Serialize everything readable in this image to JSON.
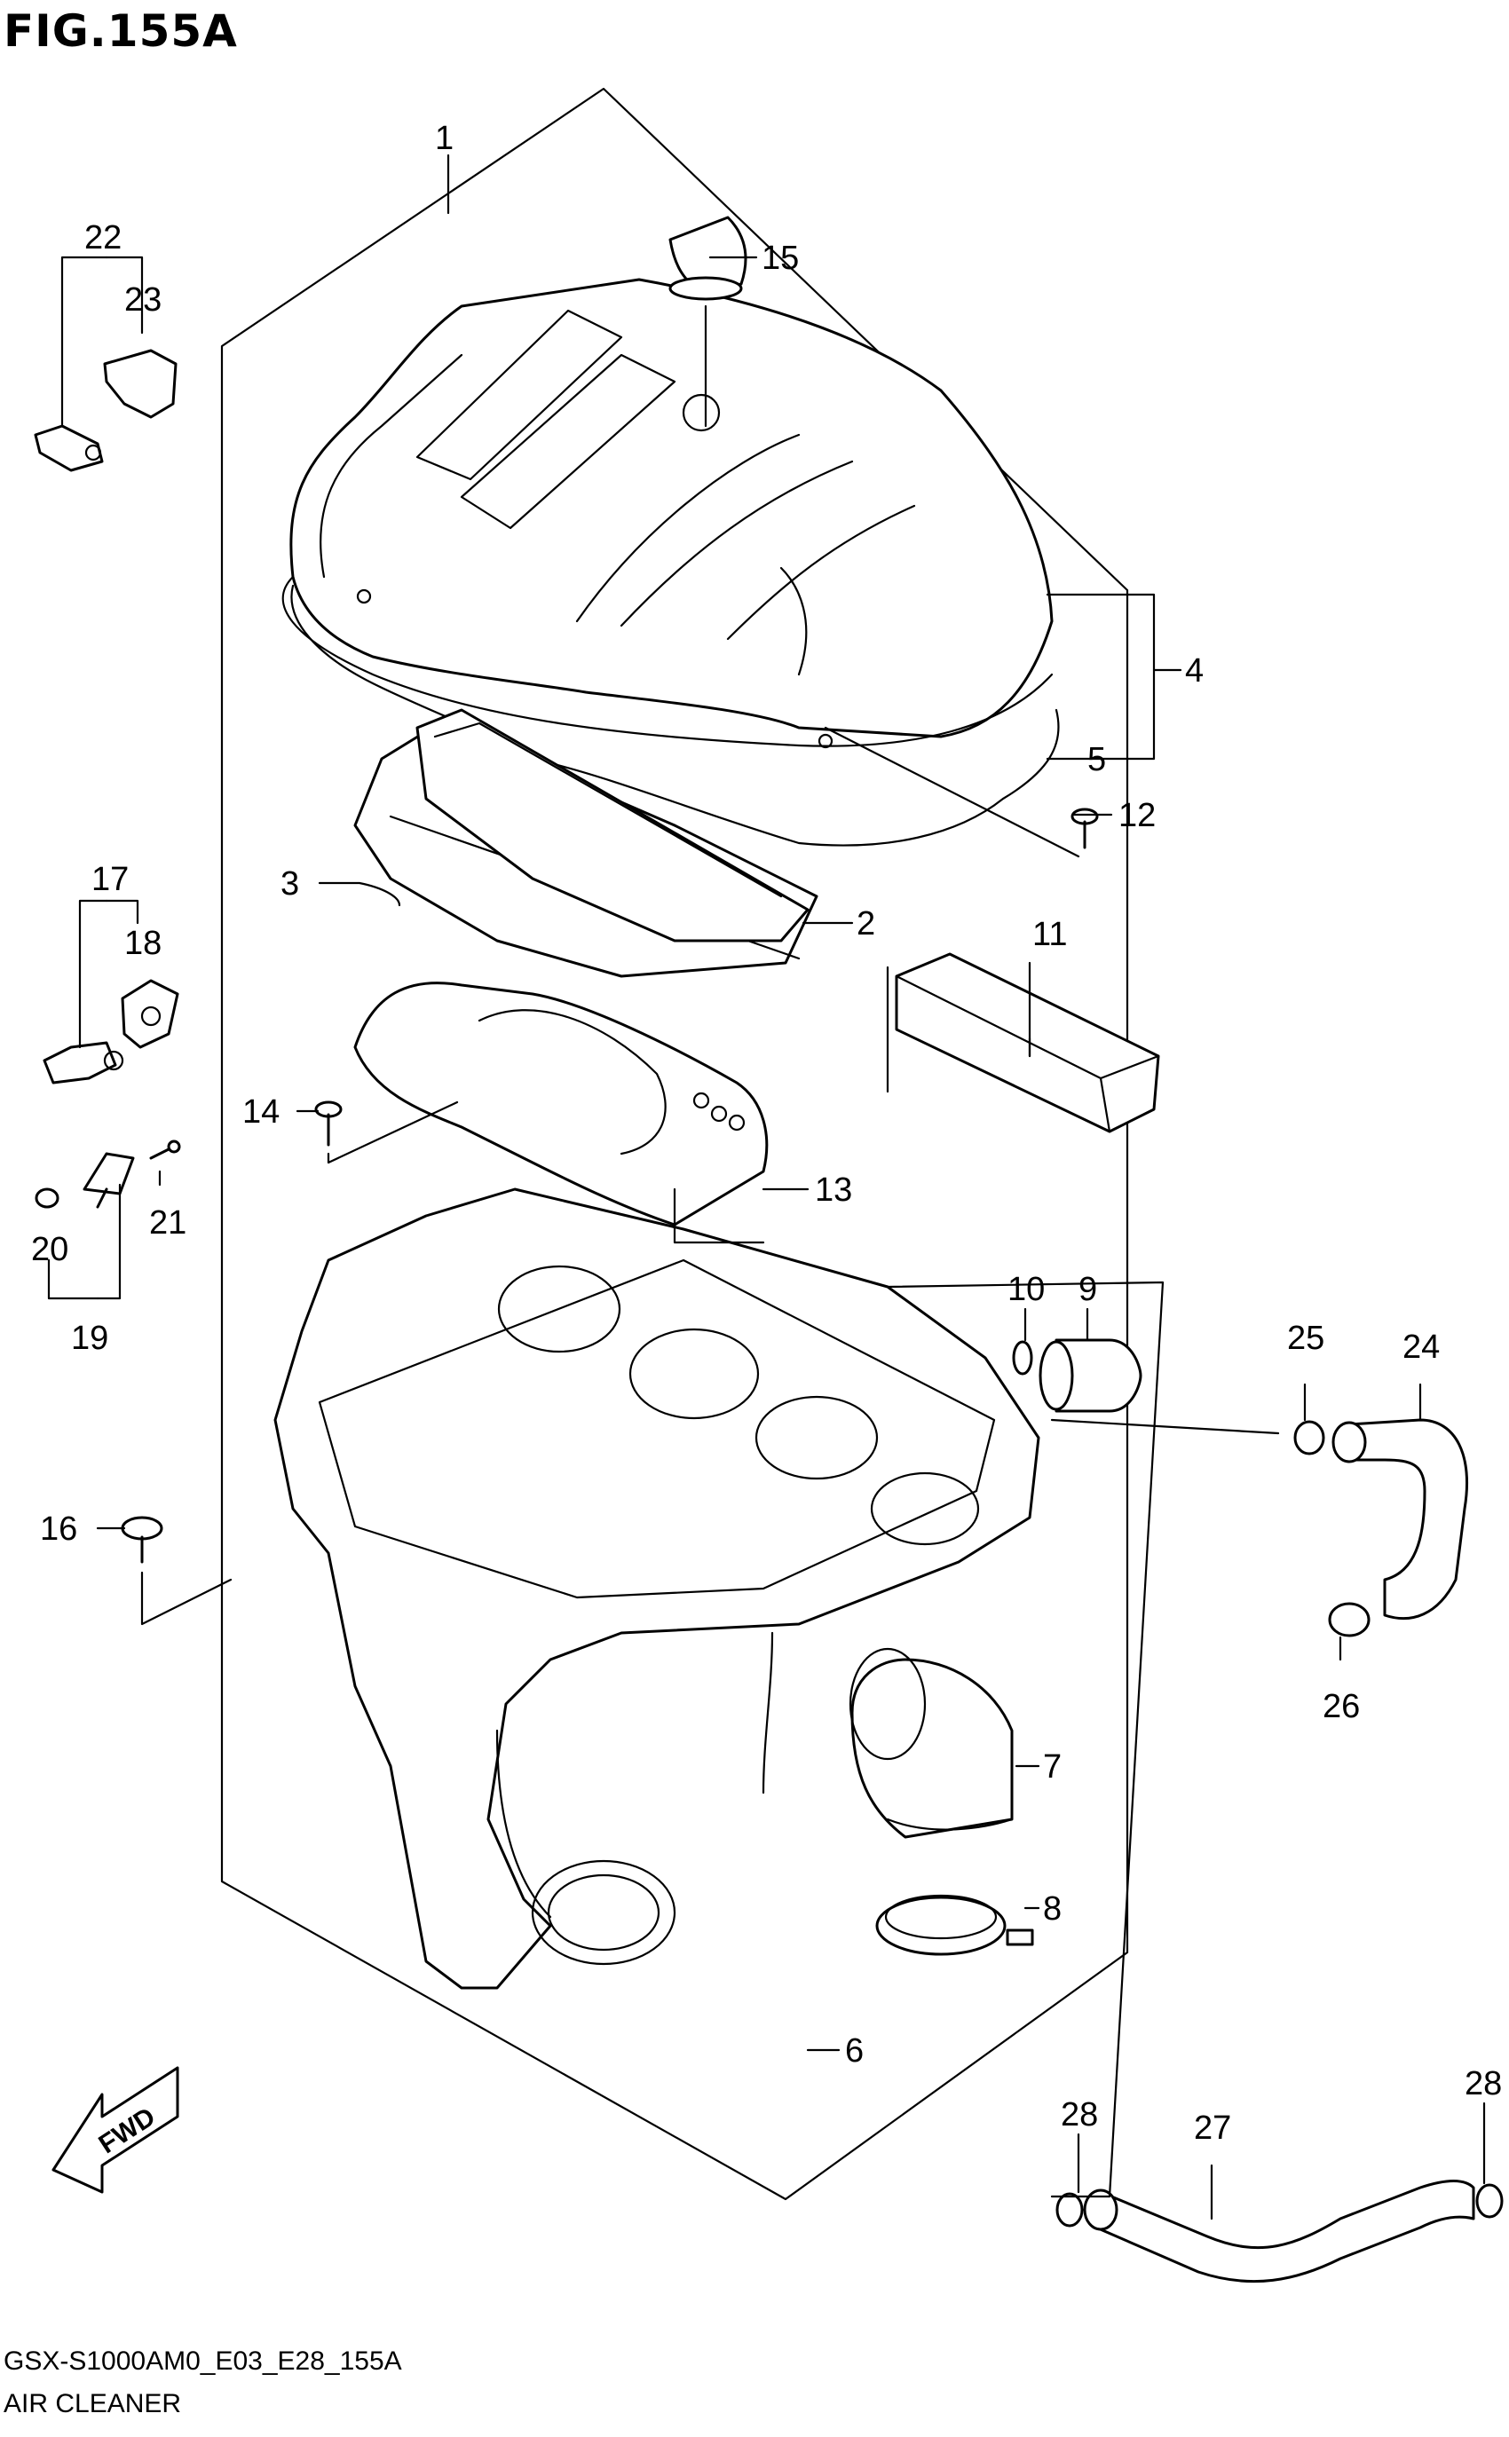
{
  "figure": {
    "title": "FIG.155A",
    "model_code": "GSX-S1000AM0_E03_E28_155A",
    "assembly_name": "AIR CLEANER",
    "direction_label": "FWD"
  },
  "callouts": [
    "1",
    "2",
    "3",
    "4",
    "5",
    "6",
    "7",
    "8",
    "9",
    "10",
    "11",
    "12",
    "13",
    "14",
    "15",
    "16",
    "17",
    "18",
    "19",
    "20",
    "21",
    "22",
    "23",
    "24",
    "25",
    "26",
    "27",
    "28",
    "28"
  ]
}
